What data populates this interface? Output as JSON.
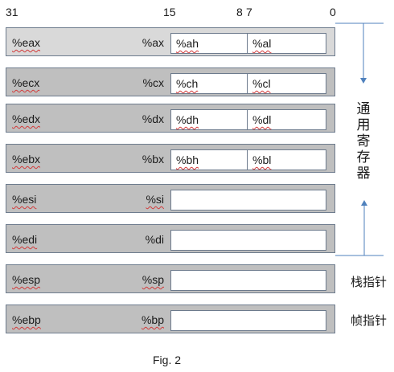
{
  "bit_labels": {
    "b31": "31",
    "b15": "15",
    "b8": "8",
    "b7": "7",
    "b0": "0"
  },
  "registers": [
    {
      "name32": "%eax",
      "name16": "%ax",
      "high8": "%ah",
      "low8": "%al"
    },
    {
      "name32": "%ecx",
      "name16": "%cx",
      "high8": "%ch",
      "low8": "%cl"
    },
    {
      "name32": "%edx",
      "name16": "%dx",
      "high8": "%dh",
      "low8": "%dl"
    },
    {
      "name32": "%ebx",
      "name16": "%bx",
      "high8": "%bh",
      "low8": "%bl"
    },
    {
      "name32": "%esi",
      "name16": "%si"
    },
    {
      "name32": "%edi",
      "name16": "%di"
    },
    {
      "name32": "%esp",
      "name16": "%sp"
    },
    {
      "name32": "%ebp",
      "name16": "%bp"
    }
  ],
  "group_label": [
    "通",
    "用",
    "寄",
    "存",
    "器"
  ],
  "stack_pointer_label": "栈指针",
  "frame_pointer_label": "帧指针",
  "caption": "Fig. 2",
  "colors": {
    "first_row_fill": "#d9d9d9",
    "row_fill": "#bfbfbf",
    "border": "#6d7b8d",
    "arrow": "#4f81bd",
    "spell_underline": "#d23a3a"
  }
}
